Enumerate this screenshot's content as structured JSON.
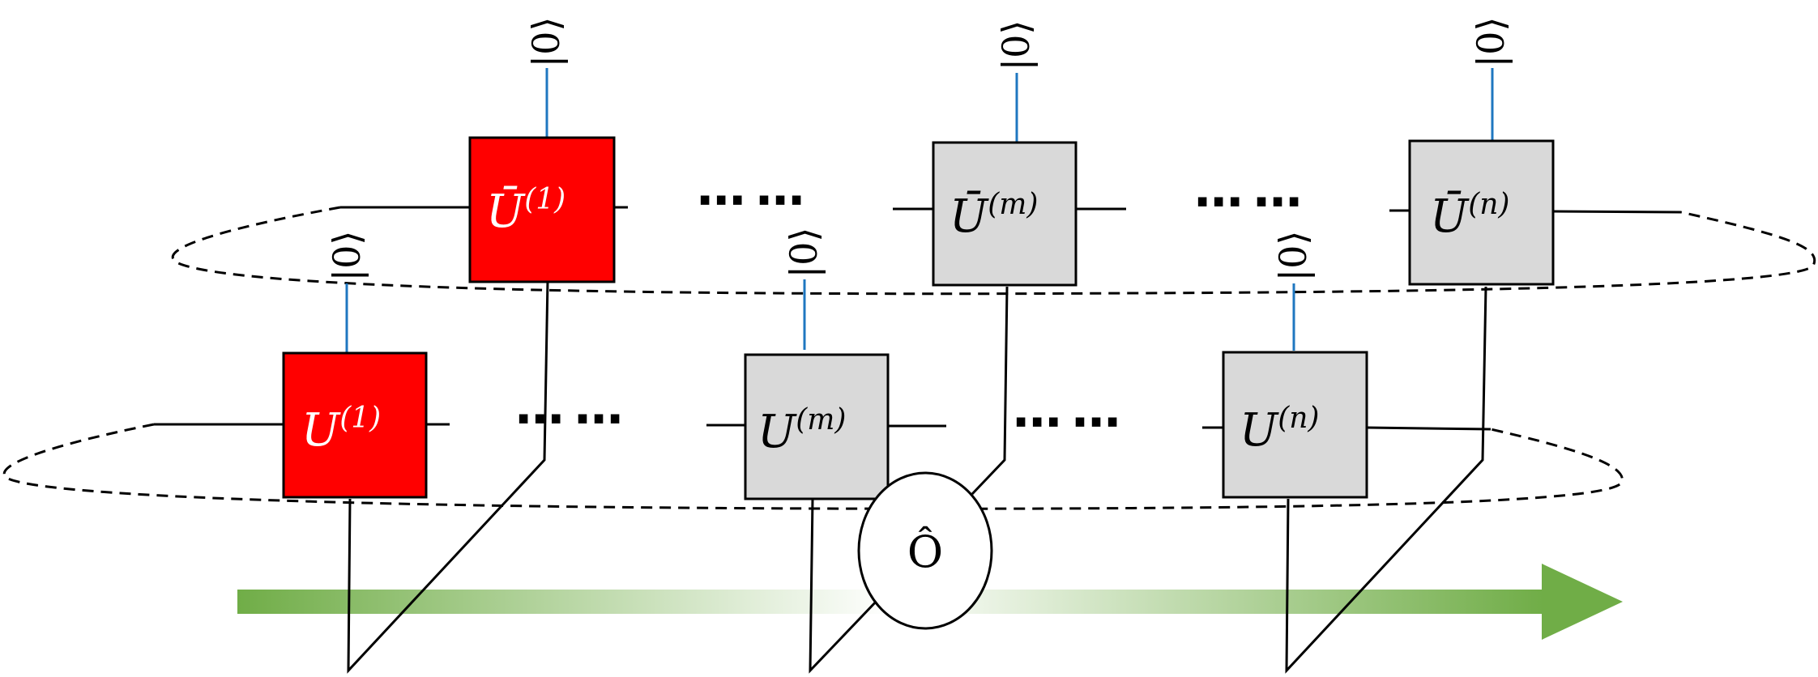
{
  "colors": {
    "active_fill": "#ff0000",
    "inactive_fill": "#d9d9d9",
    "ket_wire": "#1f77c0",
    "arrow_green": "#70ad47"
  },
  "ket": "|0⟩",
  "ellipsis": "⋯ ⋯",
  "operator": "Ô",
  "lower_row": [
    {
      "symbol": "U",
      "sup": "(1)",
      "active": true
    },
    {
      "symbol": "U",
      "sup": "(m)",
      "active": false
    },
    {
      "symbol": "U",
      "sup": "(n)",
      "active": false
    }
  ],
  "upper_row": [
    {
      "symbol": "Ū",
      "sup": "(1)",
      "active": true
    },
    {
      "symbol": "Ū",
      "sup": "(m)",
      "active": false
    },
    {
      "symbol": "Ū",
      "sup": "(n)",
      "active": false
    }
  ]
}
